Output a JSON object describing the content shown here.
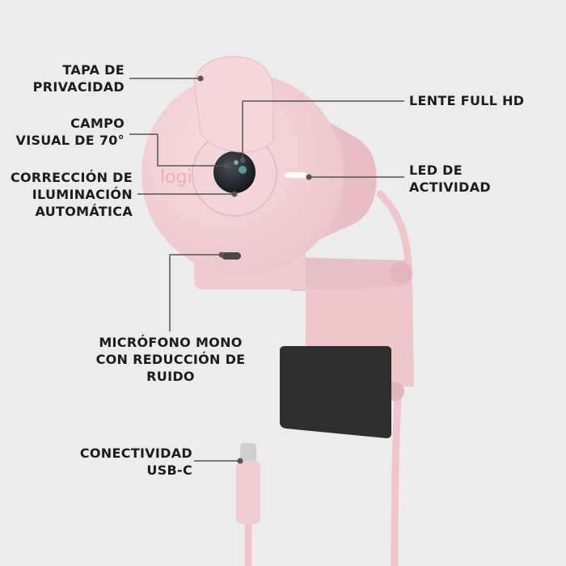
{
  "product": {
    "brand_logo": "logi",
    "color": "#f2cfd3",
    "cable_color": "#efc6cb",
    "clip_color": "#2e2e2e"
  },
  "callouts": {
    "privacy_cover": [
      "TAPA DE",
      "PRIVACIDAD"
    ],
    "field_of_view": [
      "CAMPO",
      "VISUAL DE 70°"
    ],
    "light_correction": [
      "CORRECCIÓN DE",
      "ILUMINACIÓN",
      "AUTOMÁTICA"
    ],
    "lens": [
      "LENTE FULL HD"
    ],
    "activity_led": [
      "LED DE",
      "ACTIVIDAD"
    ],
    "microphone": [
      "MICRÓFONO MONO",
      "CON REDUCCIÓN DE",
      "RUIDO"
    ],
    "connectivity": [
      "CONECTIVIDAD",
      "USB-C"
    ]
  }
}
